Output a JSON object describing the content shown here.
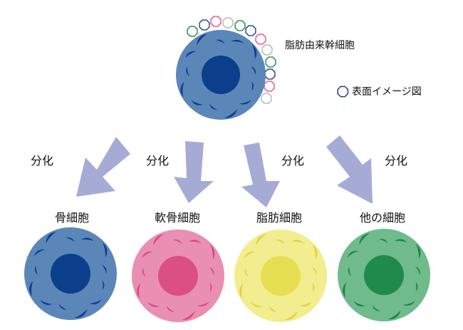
{
  "stem_cell": {
    "label": "脂肪由来幹細胞"
  },
  "legend": {
    "label": "表面イメージ図",
    "marker_color": "#1f3f8f"
  },
  "arrow_label": "分化",
  "arrow_color": "#a6abd6",
  "cells": [
    {
      "label": "骨細胞",
      "label_color": "#111111",
      "outer": "#5b86b8",
      "nucleus": "#0b3f8c",
      "granule": "#0d3d8f"
    },
    {
      "label": "軟骨細胞",
      "label_color": "#111111",
      "outer": "#e98fb3",
      "nucleus": "#dc4f85",
      "granule": "#d9497e"
    },
    {
      "label": "脂肪細胞",
      "label_color": "#111111",
      "outer": "#f2ed8e",
      "nucleus": "#e6df52",
      "granule": "#ddd540"
    },
    {
      "label": "他の細胞",
      "label_color": "#e0001b",
      "outer": "#6fbb8b",
      "nucleus": "#1f8a4c",
      "granule": "#1c8347"
    }
  ],
  "stem_colors": {
    "outer": "#5b86b8",
    "nucleus": "#0b3f8c",
    "granule": "#0d3d8f"
  },
  "marker_colors": [
    "#1f8a4c",
    "#1f3f8f",
    "#e8508a",
    "#b5b5b5"
  ]
}
